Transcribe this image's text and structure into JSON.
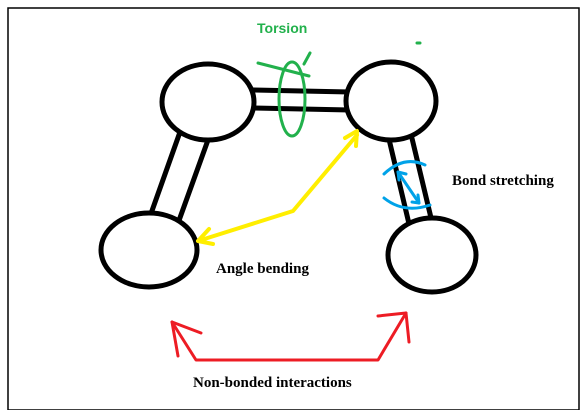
{
  "labels": {
    "torsion": "Torsion",
    "bond_stretching": "Bond stretching",
    "angle_bending": "Angle bending",
    "non_bonded": "Non-bonded interactions"
  },
  "colors": {
    "torsion": "#22b14c",
    "bond_stretching": "#00a2e8",
    "angle_bending": "#ffee00",
    "non_bonded": "#ed1c24",
    "atoms_and_bonds": "#000000",
    "frame": "#000000"
  }
}
